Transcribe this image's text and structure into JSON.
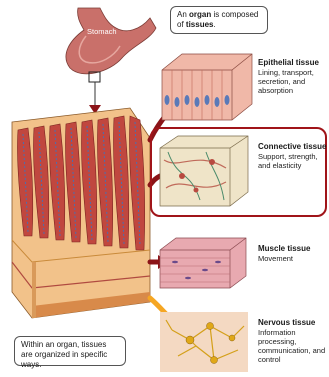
{
  "stomach_label": "Stomach",
  "organ_callout": {
    "pre": "An ",
    "bold1": "organ",
    "mid": " is composed of ",
    "bold2": "tissues",
    "post": "."
  },
  "tissues": [
    {
      "name": "Epithelial tissue",
      "desc": "Lining, transport, secretion, and absorption"
    },
    {
      "name": "Connective tissue",
      "desc": "Support, strength, and elasticity"
    },
    {
      "name": "Muscle tissue",
      "desc": "Movement"
    },
    {
      "name": "Nervous tissue",
      "desc": "Information processing, communication, and control"
    }
  ],
  "organization_callout": "Within an organ, tissues are organized in specific ways.",
  "colors": {
    "highlight": "#a01419",
    "arrow": "#8b1418",
    "nervous_arrow": "#f5a623",
    "stomach": "#c9706a",
    "villi": "#c0473f"
  }
}
